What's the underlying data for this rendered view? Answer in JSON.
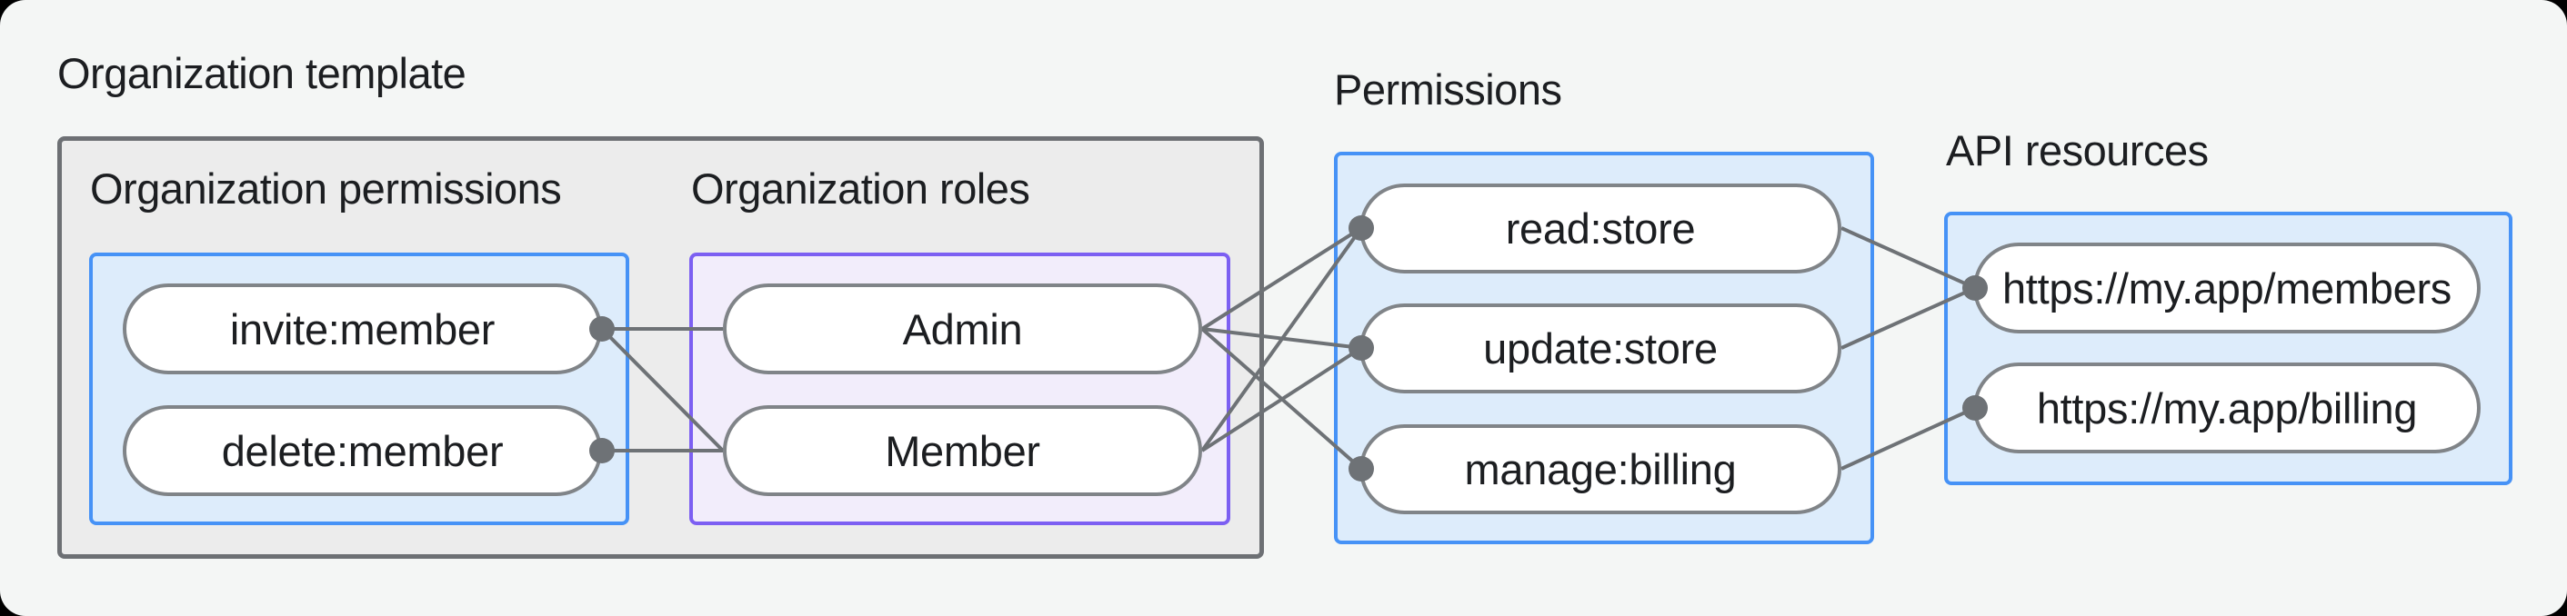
{
  "canvas": {
    "surface_color": "#f4f6f5",
    "outer_color": "#000000",
    "corner_radius": 28
  },
  "colors": {
    "container_fill": "#ececec",
    "container_border": "#6d7074",
    "blue_box_fill": "#ddecfb",
    "blue_box_border": "#4692f6",
    "purple_box_fill": "#f2edfb",
    "purple_box_border": "#7c5ff2",
    "pill_fill": "#ffffff",
    "pill_border": "#808488",
    "edge_line": "#6e7276",
    "edge_dot": "#6e7276",
    "text": "#1c1e21"
  },
  "org_template": {
    "label": "Organization template",
    "permissions_group": {
      "label": "Organization permissions",
      "items": [
        {
          "label": "invite:member"
        },
        {
          "label": "delete:member"
        }
      ]
    },
    "roles_group": {
      "label": "Organization roles",
      "items": [
        {
          "label": "Admin"
        },
        {
          "label": "Member"
        }
      ]
    }
  },
  "permissions_group": {
    "label": "Permissions",
    "items": [
      {
        "label": "read:store"
      },
      {
        "label": "update:store"
      },
      {
        "label": "manage:billing"
      }
    ]
  },
  "api_resources_group": {
    "label": "API resources",
    "items": [
      {
        "label": "https://my.app/members"
      },
      {
        "label": "https://my.app/billing"
      }
    ]
  },
  "edges": [
    {
      "from": "invite:member",
      "to": "Admin"
    },
    {
      "from": "invite:member",
      "to": "Member"
    },
    {
      "from": "delete:member",
      "to": "Member"
    },
    {
      "from": "Admin",
      "to": "read:store"
    },
    {
      "from": "Admin",
      "to": "update:store"
    },
    {
      "from": "Admin",
      "to": "manage:billing"
    },
    {
      "from": "Member",
      "to": "read:store"
    },
    {
      "from": "Member",
      "to": "update:store"
    },
    {
      "from": "read:store",
      "to": "https://my.app/members"
    },
    {
      "from": "update:store",
      "to": "https://my.app/members"
    },
    {
      "from": "manage:billing",
      "to": "https://my.app/billing"
    }
  ]
}
